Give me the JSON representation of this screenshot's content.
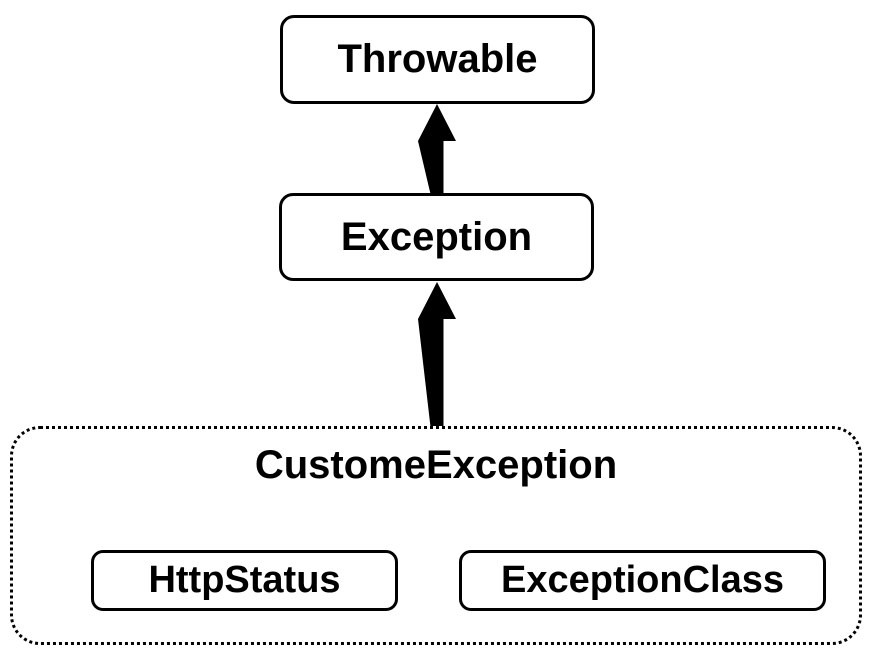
{
  "diagram": {
    "type": "class-inheritance",
    "nodes": {
      "throwable": {
        "label": "Throwable"
      },
      "exception": {
        "label": "Exception"
      },
      "custom_exception_group": {
        "label": "CustomeException"
      },
      "http_status": {
        "label": "HttpStatus"
      },
      "exception_class": {
        "label": "ExceptionClass"
      }
    },
    "edges": [
      {
        "from": "exception",
        "to": "throwable",
        "style": "solid-thick-arrow-up"
      },
      {
        "from": "custom_exception_group",
        "to": "exception",
        "style": "solid-thick-arrow-up"
      }
    ],
    "colors": {
      "background": "#ffffff",
      "border": "#000000",
      "text": "#000000",
      "arrow": "#000000"
    }
  }
}
